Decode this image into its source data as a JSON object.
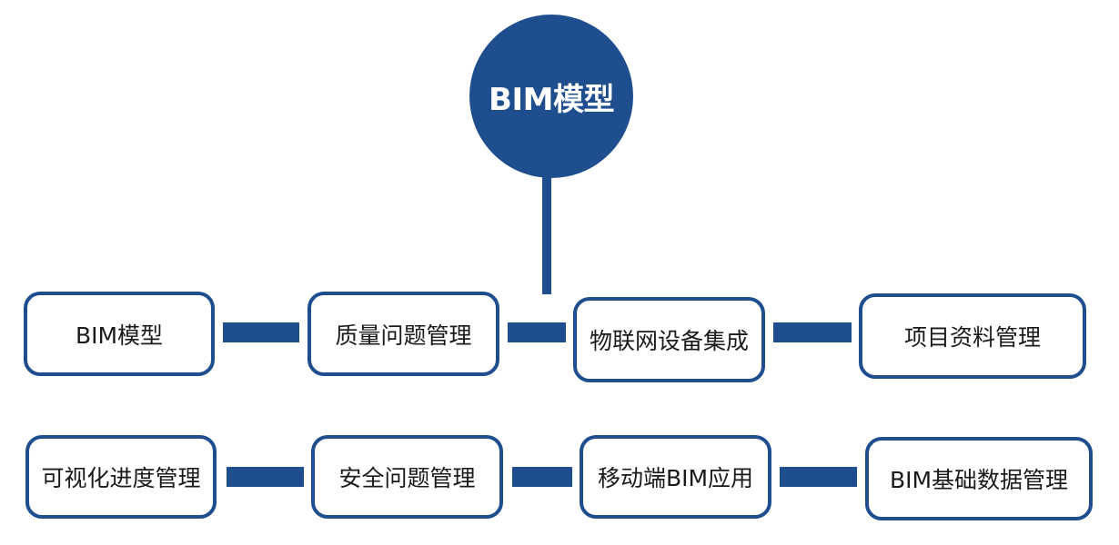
{
  "hub": {
    "label": "BIM模型"
  },
  "row1": {
    "items": [
      {
        "label": "BIM模型"
      },
      {
        "label": "质量问题管理"
      },
      {
        "label": "物联网设备集成"
      },
      {
        "label": "项目资料管理"
      }
    ]
  },
  "row2": {
    "items": [
      {
        "label": "可视化进度管理"
      },
      {
        "label": "安全问题管理"
      },
      {
        "label": "移动端BIM应用"
      },
      {
        "label": "BIM基础数据管理"
      }
    ]
  },
  "colors": {
    "accent": "#1f4e8f",
    "text": "#1a1a1a",
    "background": "#ffffff"
  }
}
